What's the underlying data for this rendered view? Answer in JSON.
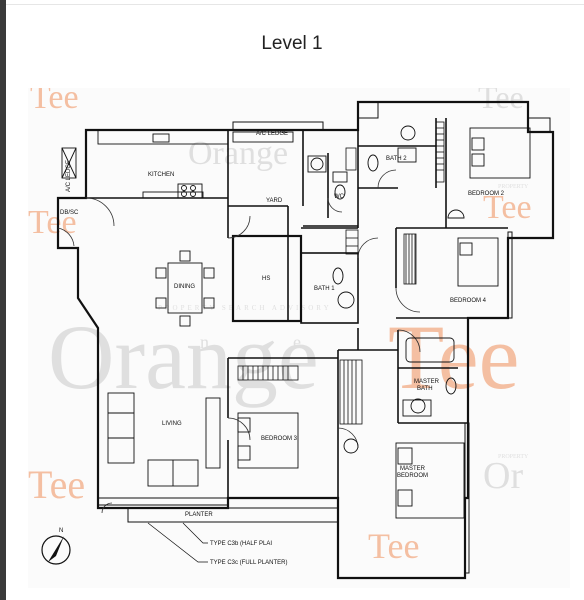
{
  "page": {
    "title": "Level 1"
  },
  "plan": {
    "rooms": {
      "ac_ledge_top": "A/C LEDGE",
      "ac_ledge_left": "A/C LEDGE",
      "kitchen": "KITCHEN",
      "dbsc": "DB/SC",
      "yard": "YARD",
      "wc": "WC",
      "bath2": "BATH 2",
      "bedroom2": "BEDROOM 2",
      "hs": "HS",
      "bath1": "BATH 1",
      "bedroom4": "BEDROOM 4",
      "dining": "DINING",
      "living": "LIVING",
      "bedroom3": "BEDROOM 3",
      "master_bath_1": "MASTER",
      "master_bath_2": "BATH",
      "master_bedroom_1": "MASTER",
      "master_bedroom_2": "BEDROOM",
      "planter": "PLANTER"
    },
    "callouts": {
      "type_c3b": "TYPE C3b (HALF PLAI",
      "type_c3c": "TYPE C3c (FULL PLANTER)"
    },
    "north_label": "N",
    "watermark": {
      "brand_orange": "Orange",
      "brand_tee": "Tee",
      "tee_small": "Tee",
      "or_partial": "Or",
      "tee_partial": "Tee",
      "property_line": "PROPERTY SEARCH ADVISORY",
      "property_small": "PROPERTY",
      "property_small_2": "PROPERTY",
      "n_partial": "n",
      "e_partial": "e"
    }
  }
}
